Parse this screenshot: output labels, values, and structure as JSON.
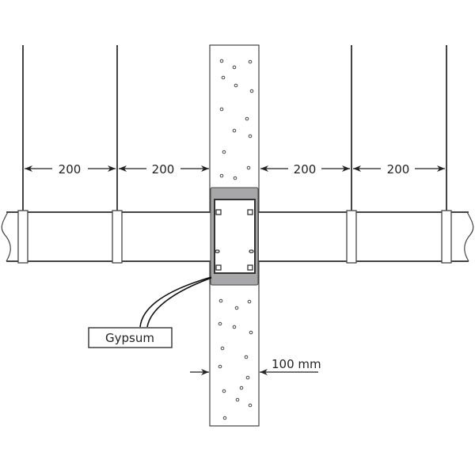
{
  "dimensions": {
    "spacing": [
      "200",
      "200",
      "200",
      "200"
    ],
    "wall_thickness": "100 mm"
  },
  "labels": {
    "gypsum": "Gypsum"
  },
  "colors": {
    "gypsum_fill": "#a7a7a9",
    "line": "#333333"
  }
}
